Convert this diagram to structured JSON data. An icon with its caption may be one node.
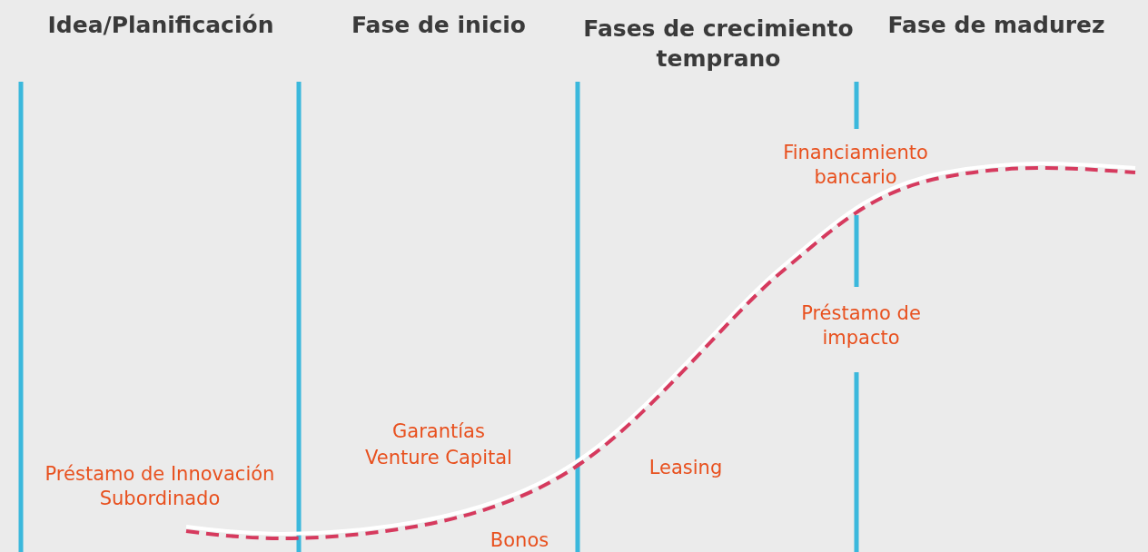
{
  "diagram": {
    "labels": [
      "Idea/Planificación",
      "Fase de inicio",
      "Fases de crecimiento temprano",
      "Fase de madurez",
      "Financiamiento bancario",
      "Préstamo de impacto",
      "Garantías",
      "Venture Capital",
      "Préstamo de Innovación Subordinado",
      "Leasing",
      "Bonos"
    ]
  }
}
